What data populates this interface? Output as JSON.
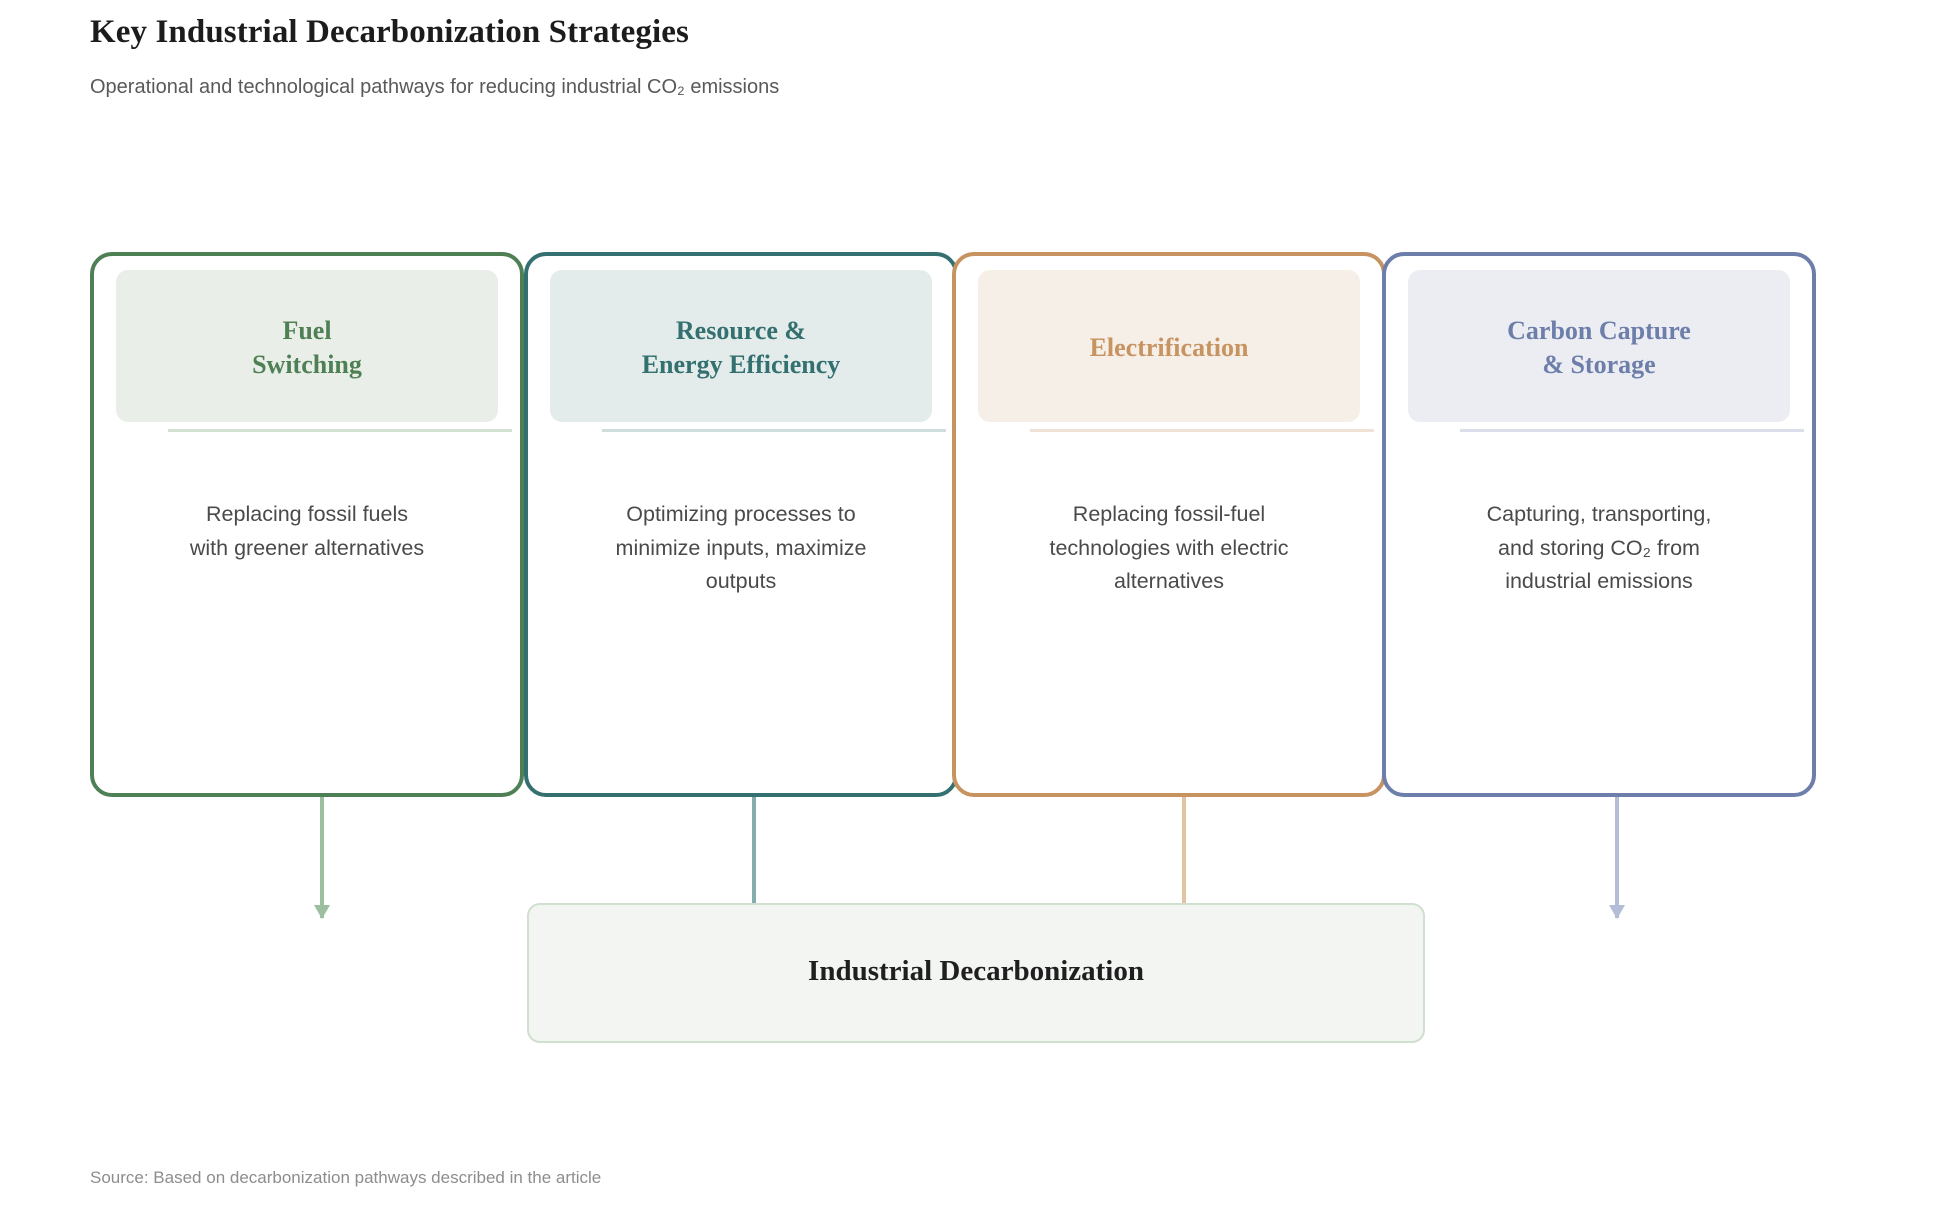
{
  "header": {
    "title": "Key Industrial Decarbonization Strategies",
    "subtitle": "Operational and technological pathways for reducing industrial CO₂ emissions"
  },
  "diagram": {
    "type": "flow-diagram",
    "orientation": "four-strategies-converging-to-one-outcome",
    "strategies": [
      {
        "title": "Fuel\nSwitching",
        "description": "Replacing fossil fuels\nwith greener alternatives",
        "accent_color": "#4f8055",
        "header_fill": "#e9efe8",
        "divider_color": "#d4e2d3",
        "arrow_color": "#9dbf9f",
        "title_lines": 2
      },
      {
        "title": "Resource &\nEnergy Efficiency",
        "description": "Optimizing processes to\nminimize inputs, maximize\noutputs",
        "accent_color": "#33706f",
        "header_fill": "#e3eceb",
        "divider_color": "#cfdedd",
        "arrow_color": "#84adac",
        "title_lines": 2
      },
      {
        "title": "Electrification",
        "description": "Replacing fossil-fuel\ntechnologies with electric\nalternatives",
        "accent_color": "#c79360",
        "header_fill": "#f6efe7",
        "divider_color": "#f0e3d5",
        "arrow_color": "#e2c4a4",
        "title_lines": 1
      },
      {
        "title": "Carbon Capture\n& Storage",
        "description": "Capturing, transporting,\nand storing CO₂ from\nindustrial emissions",
        "accent_color": "#6c7ea9",
        "header_fill": "#ebedf3",
        "divider_color": "#dadfe9",
        "arrow_color": "#b3bdd5",
        "title_lines": 2
      }
    ],
    "outcome": {
      "label": "Industrial Decarbonization",
      "fill_color": "#f2f5f1",
      "border_color": "#cfe0cf"
    }
  },
  "footer": {
    "source": "Source: Based on decarbonization pathways described in the article"
  }
}
